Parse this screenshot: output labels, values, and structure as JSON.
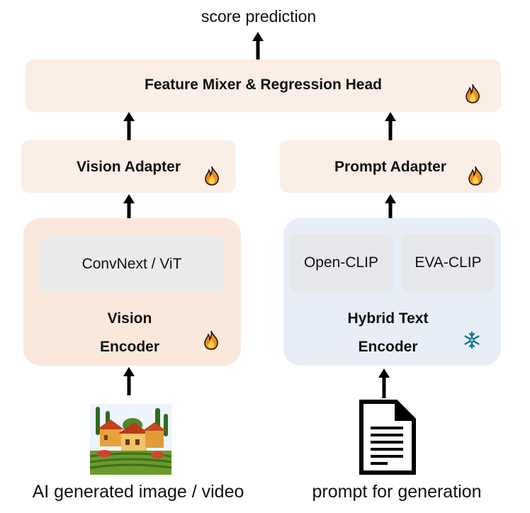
{
  "output_label": "score prediction",
  "head": {
    "label": "Feature Mixer & Regression Head",
    "status_icon": "fire-icon"
  },
  "vision_adapter": {
    "label": "Vision Adapter",
    "status_icon": "fire-icon"
  },
  "prompt_adapter": {
    "label": "Prompt Adapter",
    "status_icon": "fire-icon"
  },
  "vision_encoder": {
    "backbone": "ConvNext / ViT",
    "title_line1": "Vision",
    "title_line2": "Encoder",
    "status_icon": "fire-icon"
  },
  "text_encoder": {
    "backbone_a": "Open-CLIP",
    "backbone_b": "EVA-CLIP",
    "title_line1": "Hybrid Text",
    "title_line2": "Encoder",
    "status_icon": "snowflake-icon"
  },
  "inputs": {
    "image_caption": "AI generated image / video",
    "prompt_caption": "prompt for generation"
  },
  "colors": {
    "trainable_box": "#fbeee4",
    "frozen_box": "#e8eef8",
    "inner_box": "#ecebe9",
    "arrow": "#000000"
  }
}
